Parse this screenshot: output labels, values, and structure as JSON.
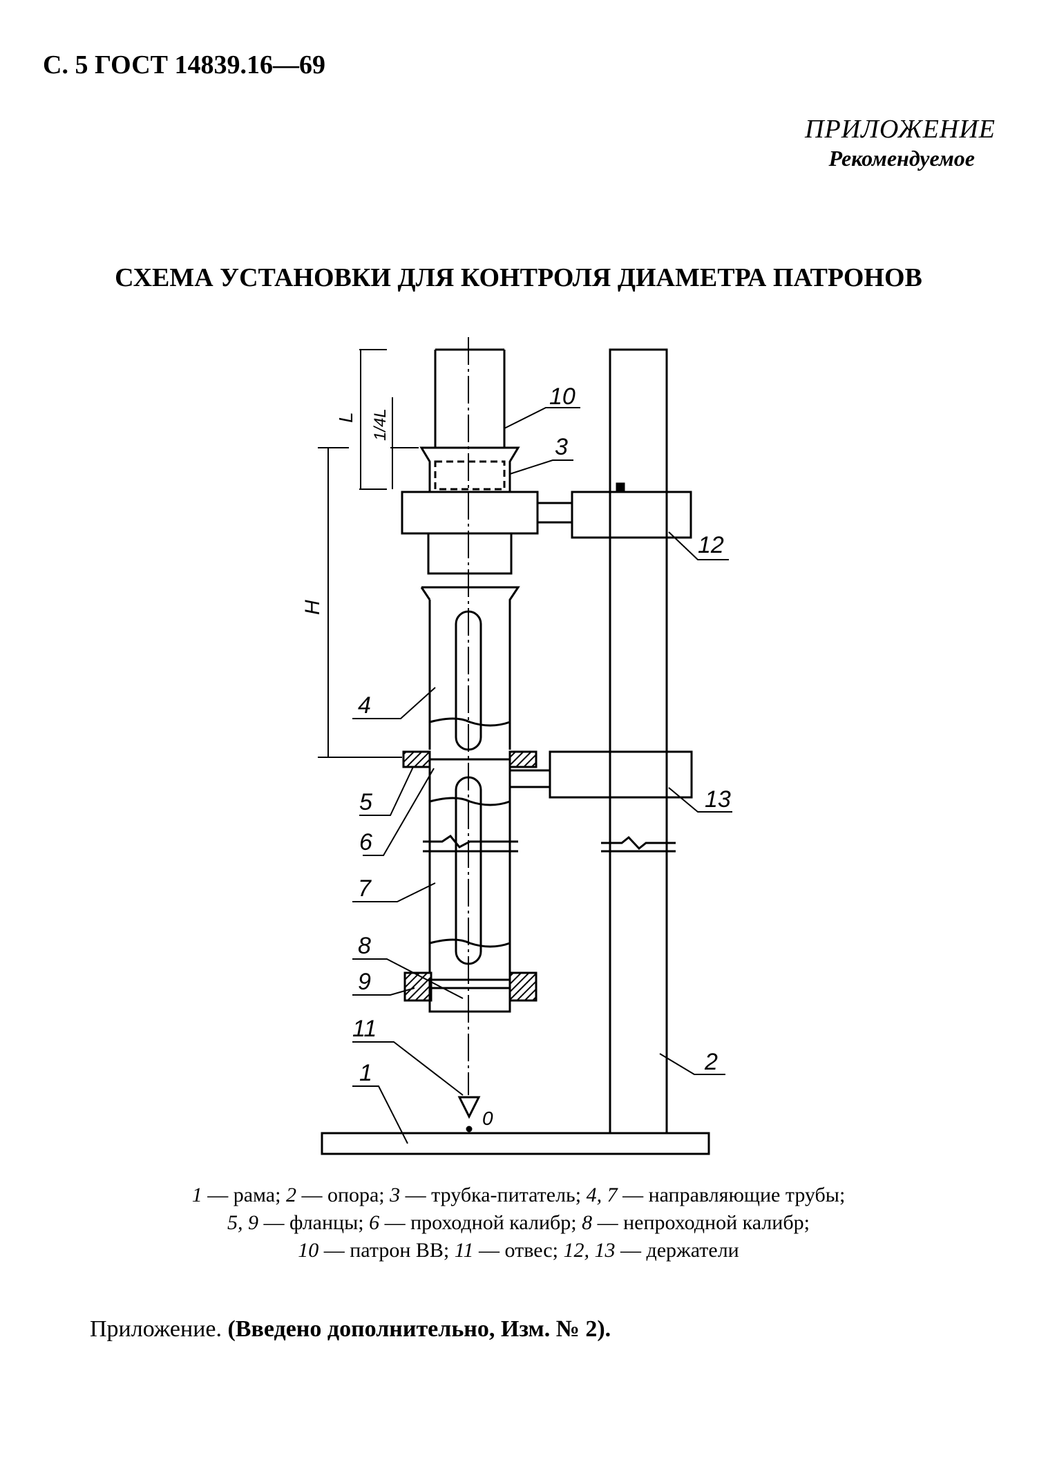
{
  "header": {
    "page_ref": "С. 5 ГОСТ 14839.16—69"
  },
  "appendix": {
    "label": "ПРИЛОЖЕНИЕ",
    "kind": "Рекомендуемое"
  },
  "title": "СХЕМА УСТАНОВКИ ДЛЯ КОНТРОЛЯ ДИАМЕТРА ПАТРОНОВ",
  "diagram": {
    "labels": {
      "l1": "1",
      "l2": "2",
      "l3": "3",
      "l4": "4",
      "l5": "5",
      "l6": "6",
      "l7": "7",
      "l8": "8",
      "l9": "9",
      "l10": "10",
      "l11": "11",
      "l12": "12",
      "l13": "13",
      "dim_L": "L",
      "dim_quarterL": "1/4L",
      "dim_H": "H",
      "point_O": "0"
    }
  },
  "legend": {
    "line1": [
      {
        "num": "1",
        "text": " — рама; "
      },
      {
        "num": "2",
        "text": " — опора; "
      },
      {
        "num": "3",
        "text": " — трубка-питатель; "
      },
      {
        "num": "4, 7",
        "text": " — направляющие трубы;"
      }
    ],
    "line2": [
      {
        "num": "5, 9",
        "text": " — фланцы; "
      },
      {
        "num": "6",
        "text": " — проходной калибр; "
      },
      {
        "num": "8",
        "text": " — непроходной калибр;"
      }
    ],
    "line3": [
      {
        "num": "10",
        "text": " — патрон ВВ; "
      },
      {
        "num": "11",
        "text": " — отвес; "
      },
      {
        "num": "12, 13",
        "text": " — держатели"
      }
    ]
  },
  "note": {
    "prefix": "Приложение. ",
    "bold": "(Введено дополнительно, Изм. № 2)."
  }
}
